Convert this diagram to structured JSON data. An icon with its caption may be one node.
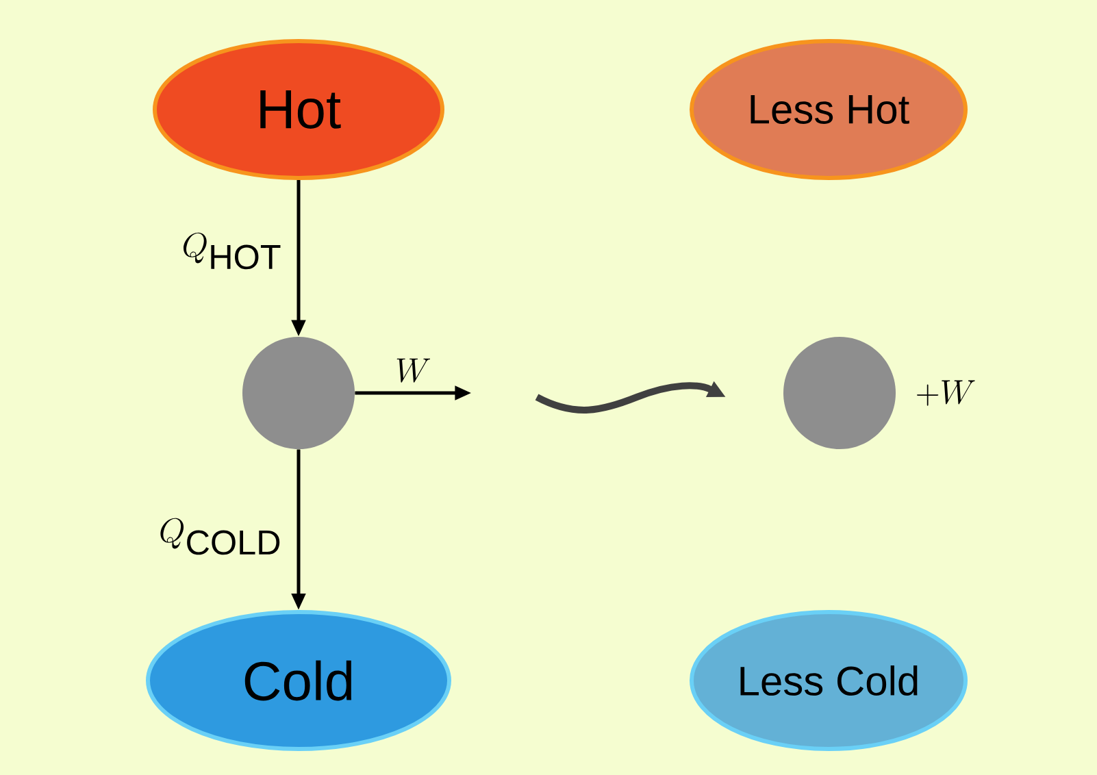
{
  "diagram": {
    "nodes": [
      {
        "text": [
          "Hot"
        ]
      },
      {
        "text": [
          "Less Hot"
        ]
      },
      {
        "text": [],
        "shape": "circle"
      },
      {
        "text": [],
        "shape": "circle",
        "beside": [
          "+W"
        ]
      },
      {
        "text": [
          "Cold"
        ]
      },
      {
        "text": [
          "Less Cold"
        ]
      }
    ],
    "edges": [
      {
        "from": 0,
        "to": 2,
        "arrow": "to",
        "label": "Q_{\\mathrm{HOT}}"
      },
      {
        "from": 2,
        "to": 4,
        "arrow": "to",
        "label": "Q_{\\mathrm{COLD}}"
      },
      {
        "from": 2,
        "to": null,
        "arrow": "to",
        "label": "W"
      }
    ]
  }
}
